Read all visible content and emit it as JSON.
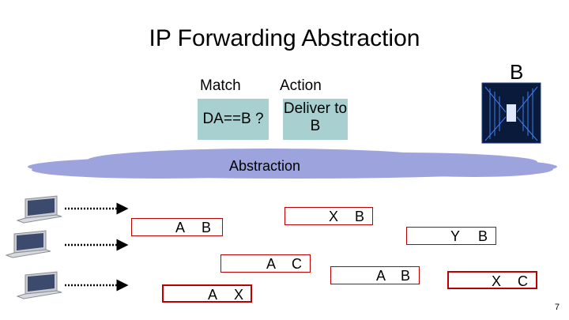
{
  "title": "IP Forwarding Abstraction",
  "destination_label": "B",
  "table": {
    "match_header": "Match",
    "action_header": "Action",
    "match_value": "DA==B ?",
    "action_value": "Deliver to B"
  },
  "abstraction_label": "Abstraction",
  "packets": [
    {
      "src": "A",
      "dst": "B"
    },
    {
      "src": "X",
      "dst": "B"
    },
    {
      "src": "Y",
      "dst": "B"
    },
    {
      "src": "A",
      "dst": "C"
    },
    {
      "src": "A",
      "dst": "B"
    },
    {
      "src": "X",
      "dst": "C"
    },
    {
      "src": "A",
      "dst": "X"
    }
  ],
  "page_number": "7"
}
